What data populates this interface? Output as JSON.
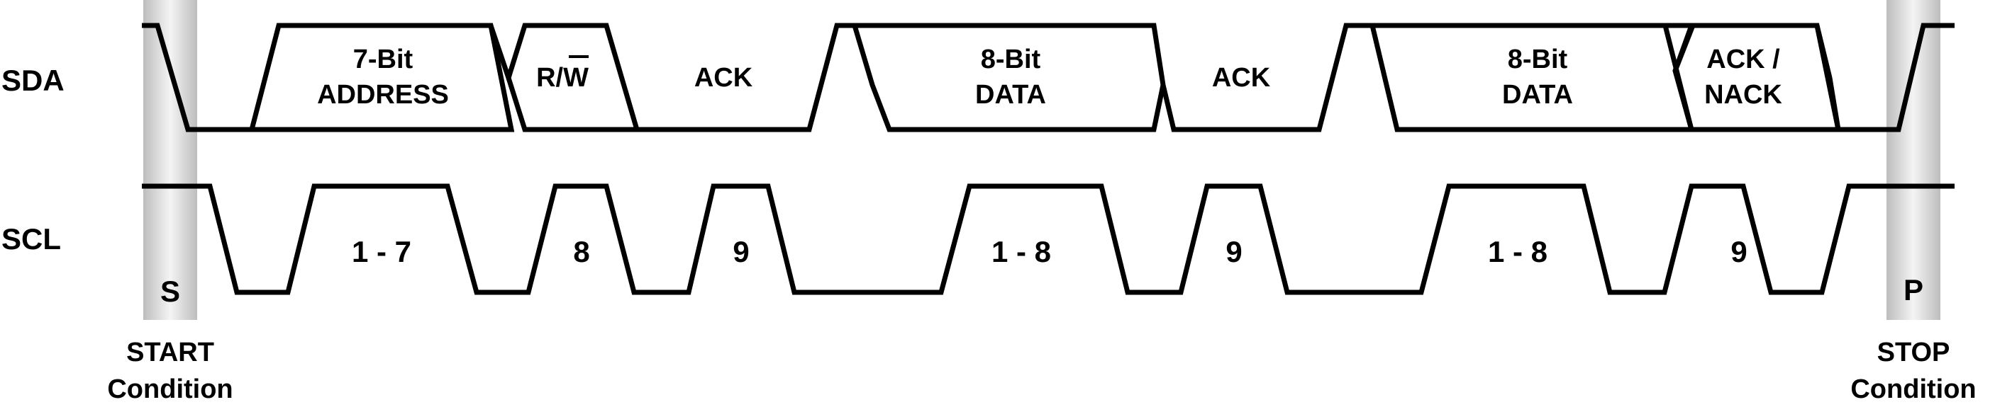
{
  "signals": {
    "sda": "SDA",
    "scl": "SCL"
  },
  "sda_fields": {
    "address_line1": "7-Bit",
    "address_line2": "ADDRESS",
    "rw_r": "R/",
    "rw_w": "W",
    "ack1": "ACK",
    "data1_line1": "8-Bit",
    "data1_line2": "DATA",
    "ack2": "ACK",
    "data2_line1": "8-Bit",
    "data2_line2": "DATA",
    "acknack_line1": "ACK /",
    "acknack_line2": "NACK"
  },
  "scl_pulses": {
    "p1": "1 - 7",
    "p2": "8",
    "p3": "9",
    "p4": "1 - 8",
    "p5": "9",
    "p6": "1 - 8",
    "p7": "9"
  },
  "markers": {
    "start_symbol": "S",
    "stop_symbol": "P",
    "start_line1": "START",
    "start_line2": "Condition",
    "stop_line1": "STOP",
    "stop_line2": "Condition"
  },
  "colors": {
    "line": "#000000",
    "condition_band": "#c8c8c8"
  }
}
